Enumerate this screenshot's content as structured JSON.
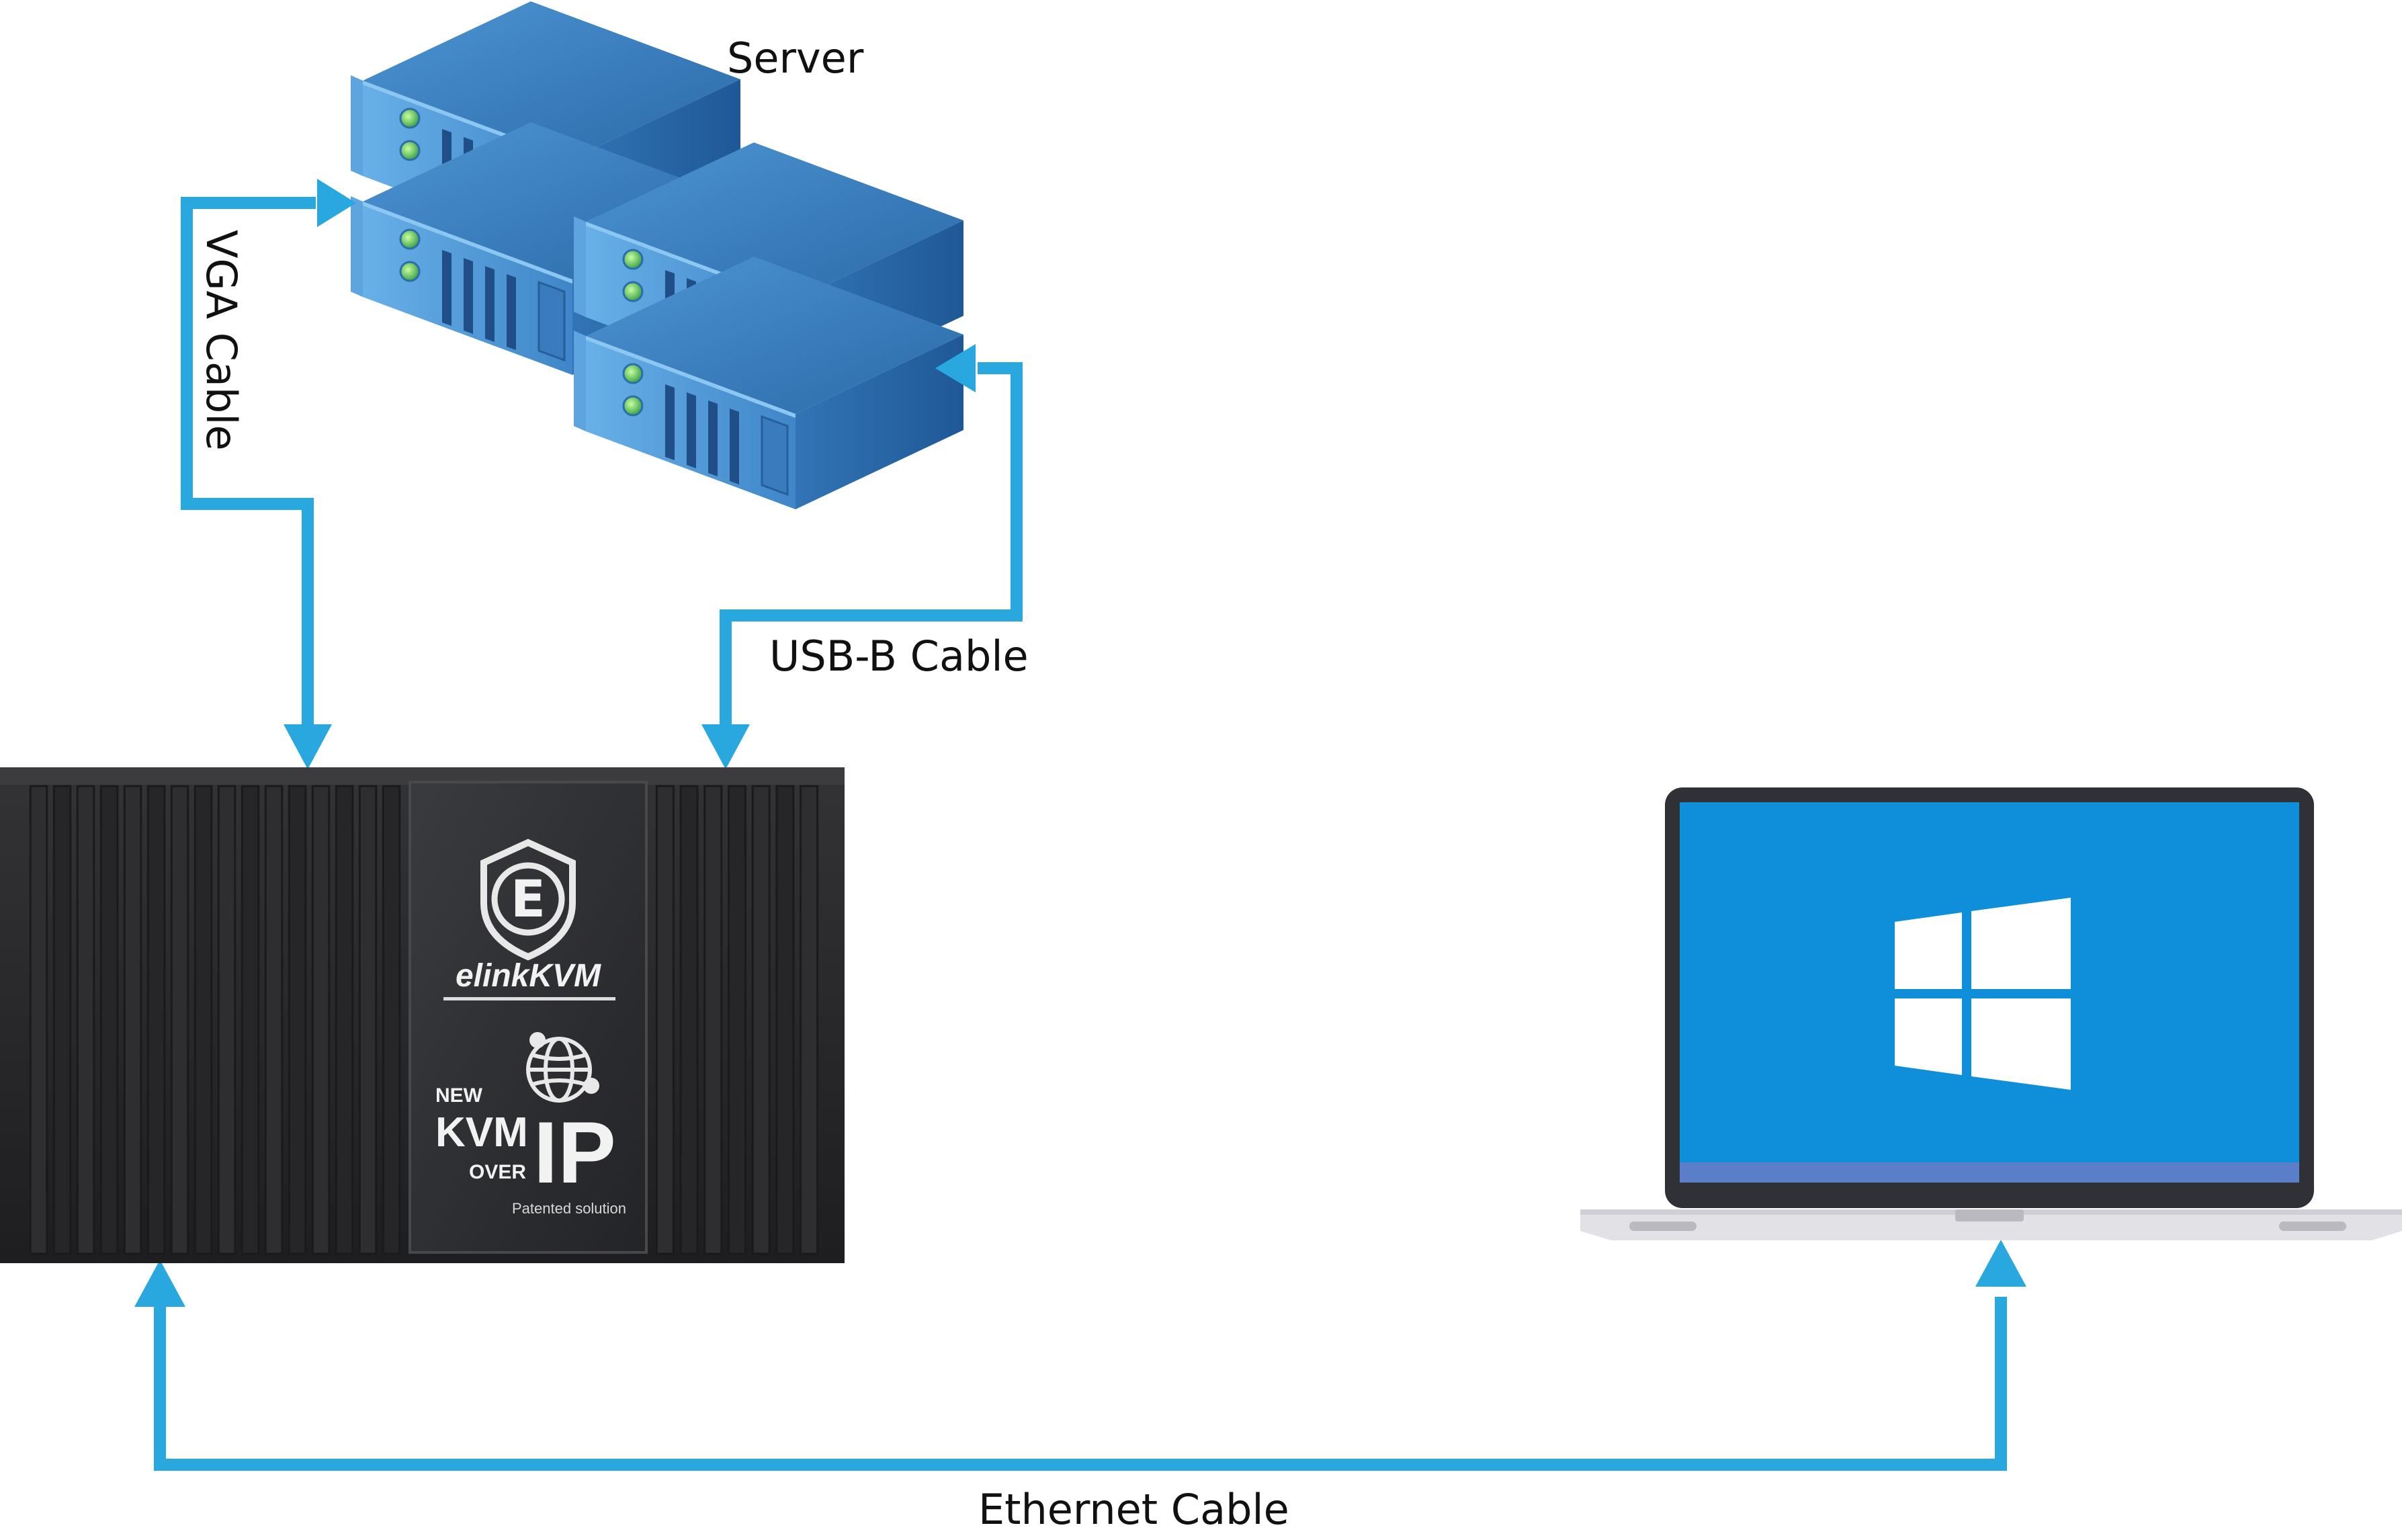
{
  "labels": {
    "server": "Server",
    "vga_cable": "VGA Cable",
    "usb_cable": "USB-B Cable",
    "ethernet_cable": "Ethernet Cable"
  },
  "device": {
    "brand": "elinkKVM",
    "badge_new": "NEW",
    "badge_kvm": "KVM",
    "badge_over": "OVER",
    "badge_ip": "IP",
    "badge_note": "Patented solution",
    "logo_letter": "E"
  },
  "icons": {
    "server": "server-rack-icon",
    "kvm": "kvm-device-icon",
    "laptop": "laptop-icon",
    "windows": "windows-logo-icon",
    "globe": "globe-network-icon",
    "shield": "shield-logo-icon"
  },
  "colors": {
    "cable": "#29a8e0",
    "server_front": "#4f9ad6",
    "server_top": "#3d7fc0",
    "server_side": "#2f6cae",
    "kvm_body": "#2a2a2c",
    "laptop_screen": "#0f8fd9",
    "laptop_bezel": "#2f3136"
  }
}
